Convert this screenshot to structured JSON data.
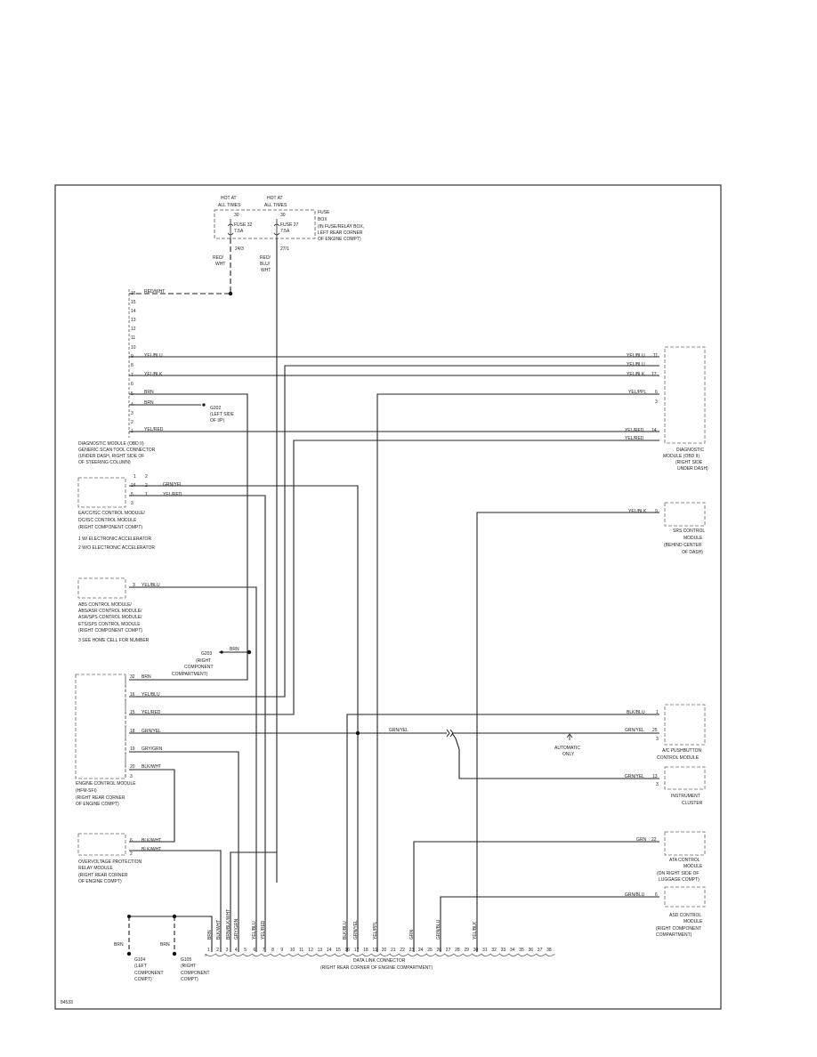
{
  "fuse": {
    "hot1": "HOT AT",
    "hot1b": "ALL TIMES",
    "hot2": "HOT AT",
    "hot2b": "ALL TIMES",
    "term1": "30",
    "term2": "30",
    "f32a": "FUSE 32",
    "f32b": "7.5A",
    "f27a": "FUSE 27",
    "f27b": "7.5A",
    "box": "FUSE",
    "box2": "BOX",
    "box3": "(IN FUSE/RELAY BOX,",
    "box4": "LEFT REAR CORNER",
    "box5": "OF ENGINE COMPT)",
    "c1": "24/3",
    "c2": "27/1",
    "w1a": "RED/",
    "w1b": "WHT",
    "w2a": "RED/",
    "w2b": "BLU/",
    "w2c": "WHT"
  },
  "dlc": {
    "pins": [
      "16",
      "15",
      "14",
      "13",
      "12",
      "11",
      "10",
      "9",
      "8",
      "7",
      "6",
      "5",
      "4",
      "3",
      "2",
      "1"
    ],
    "w16": "RED/WHT",
    "w9": "YEL/BLU",
    "w7": "YEL/BLK",
    "w5": "BRN",
    "w4": "BRN",
    "w1": "YEL/RED",
    "g202a": "G202",
    "g202b": "(LEFT SIDE",
    "g202c": "OF I/P)",
    "l1": "DIAGNOSTIC MODULE (OBD II)",
    "l2": "GENERIC SCAN TOOL CONNECTOR",
    "l3": "(UNDER DASH, RIGHT SIDE OF",
    "l4": "OF STEERING COLUMN)"
  },
  "diag": {
    "r1w": "YEL/BLU",
    "r1p": "11",
    "r2w": "YEL/BLU",
    "r3w": "YEL/BLK",
    "r3p": "17",
    "r4w": "YEL/PPL",
    "r4p": "6",
    "r5p": "3",
    "r6w": "YEL/RED",
    "r6p": "14",
    "r7w": "YEL/RED",
    "l1": "DIAGNOSTIC",
    "l2": "MODULE (OBD II)",
    "l3": "(RIGHT SIDE",
    "l4": "UNDER DASH)"
  },
  "ea": {
    "h1": "1",
    "h2": "2",
    "p24": "24",
    "p2": "2",
    "p1": "1",
    "p5": "5",
    "p3": "3",
    "w1": "GRN/YEL",
    "w2": "YEL/RED",
    "l1": "EA/CC/ISC CONTROL MODULE/",
    "l2": "DC/ISC CONTROL MODULE",
    "l3": "(RIGHT COMPONENT COMPT)",
    "n1": "1     W/ ELECTRONIC ACCELERATOR",
    "n2": "2     W/O ELECTRONIC ACCELERATOR"
  },
  "srs": {
    "w": "YEL/BLK",
    "p": "9",
    "l1": "SRS CONTROL",
    "l2": "MODULE",
    "l3": "(BEHIND CENTER",
    "l4": "OF DASH)"
  },
  "abs": {
    "p": "3",
    "w": "YEL/BLU",
    "l1": "ABS CONTROL MODULE/",
    "l2": "ABS/ASR CONTROL MODULE/",
    "l3": "ASR/SPS CONTROL MODULE/",
    "l4": "ETS/SPS CONTROL MODULE",
    "l5": "(RIGHT COMPONENT COMPT)",
    "n": "3     SEE HOME CELL FOR NUMBER"
  },
  "g203": {
    "w": "BRN",
    "a": "G203",
    "b": "(RIGHT",
    "c": "COMPONENT",
    "d": "COMPARTMENT)"
  },
  "ecm": {
    "p32": "32",
    "w32": "BRN",
    "p16": "16",
    "w16": "YEL/BLU",
    "p15": "15",
    "w15": "YEL/RED",
    "p18": "18",
    "w18": "GRN/YEL",
    "p19": "19",
    "w19": "GRY/GRN",
    "p20": "20",
    "w20": "BLK/WHT",
    "p3": "3",
    "l1": "ENGINE CONTROL MODULE",
    "l2": "(HFM-SFI)",
    "l3": "(RIGHT REAR CORNER",
    "l4": "OF ENGINE COMPT)"
  },
  "ac": {
    "w1": "BLK/BLU",
    "p1": "1",
    "w25": "GRN/YEL",
    "p25": "25",
    "p3": "3",
    "jw": "GRN/YEL",
    "auto1": "AUTOMATIC",
    "auto2": "ONLY",
    "l1": "A/C PUSHBUTTON",
    "l2": "CONTROL MODULE"
  },
  "ic": {
    "w": "GRN/YEL",
    "p": "13",
    "p2": "3",
    "l1": "INSTRUMENT",
    "l2": "CLUSTER"
  },
  "ovp": {
    "p6": "6",
    "w6": "BLK/WHT",
    "p2": "2",
    "w2": "BLK/WHT",
    "l1": "OVERVOLTAGE PROTECTION",
    "l2": "RELAY MODULE",
    "l3": "(RIGHT REAR CORNER",
    "l4": "OF ENGINE COMPT)"
  },
  "ata": {
    "w": "GRN",
    "p": "22",
    "l1": "ATA CONTROL",
    "l2": "MODULE",
    "l3": "(ON RIGHT SIDE OF",
    "l4": "LUGGAGE COMPT)"
  },
  "asd": {
    "w": "GRN/BLU",
    "p": "6",
    "l1": "ASD CONTROL",
    "l2": "MODULE",
    "l3": "(RIGHT COMPONENT",
    "l4": "COMPARTMENT)"
  },
  "bottom": {
    "brn1": "BRN",
    "brn2": "BRN",
    "g104a": "G104",
    "g104b": "(LEFT",
    "g104c": "COMPONENT",
    "g104d": "COMPT)",
    "g105a": "G105",
    "g105b": "(RIGHT",
    "g105c": "COMPONENT",
    "g105d": "COMPT)",
    "pins": [
      "1",
      "2",
      "3",
      "4",
      "5",
      "6",
      "7",
      "8",
      "9",
      "10",
      "11",
      "12",
      "13",
      "14",
      "15",
      "16",
      "17",
      "18",
      "19",
      "20",
      "21",
      "22",
      "23",
      "24",
      "25",
      "26",
      "27",
      "28",
      "29",
      "30",
      "31",
      "32",
      "33",
      "34",
      "35",
      "36",
      "37",
      "38"
    ],
    "wires": [
      "BRN",
      "BLK/WHT",
      "BRN/BLK/WHT",
      "GRY/GRN",
      "YEL/BLU",
      "YEL/RED",
      "BLK/BLU",
      "GRN/YEL",
      "YEL/PPL",
      "GRN",
      "GRN/BLU",
      "YEL/BLK"
    ],
    "dlc1": "DATA LINK CONNECTOR",
    "dlc2": "(RIGHT REAR CORNER OF ENGINE COMPARTMENT)"
  },
  "page_id": "84533"
}
